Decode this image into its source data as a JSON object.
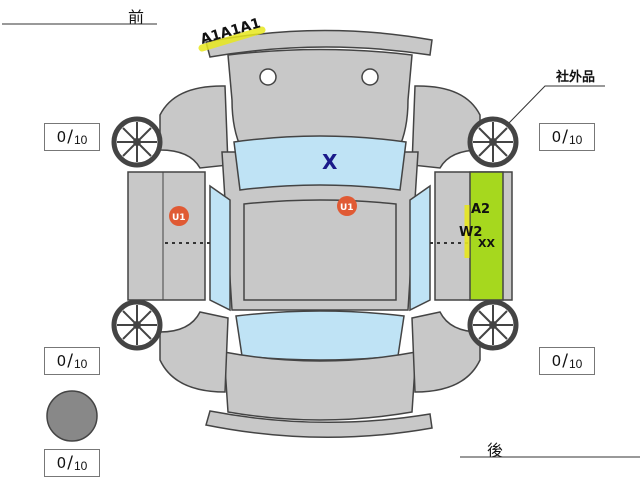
{
  "labels": {
    "front": "前",
    "rear": "後",
    "aftermarket": "社外品"
  },
  "tires": [
    {
      "position": "front-left",
      "value": "0",
      "max": "10"
    },
    {
      "position": "front-right",
      "value": "0",
      "max": "10"
    },
    {
      "position": "rear-left",
      "value": "0",
      "max": "10"
    },
    {
      "position": "rear-right",
      "value": "0",
      "max": "10"
    },
    {
      "position": "spare",
      "value": "0",
      "max": "10"
    }
  ],
  "marks": {
    "front_bumper": "A1A1A1",
    "windshield": "X",
    "left_side": "U1",
    "roof": "U1",
    "right_a2": "A2",
    "right_w2": "W2",
    "right_xx": "XX"
  },
  "colors": {
    "body": "#c8c8c8",
    "glass": "#bfe3f5",
    "highlight_panel": "#a6d81e",
    "scratch_mark": "#e8e81e",
    "dent_badge": "#e05a34",
    "spare_tire": "#888888"
  }
}
